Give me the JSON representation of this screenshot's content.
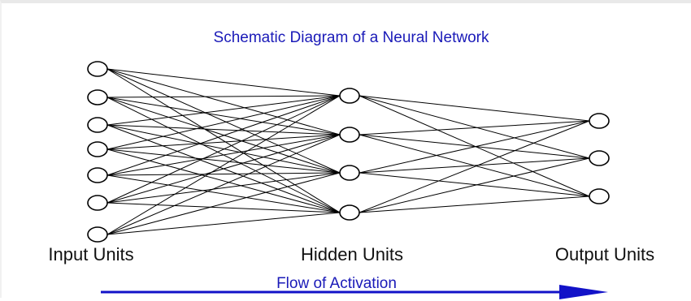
{
  "diagram": {
    "title": "Schematic Diagram of a Neural Network",
    "layers": [
      {
        "label": "Input Units",
        "node_count": 7
      },
      {
        "label": "Hidden Units",
        "node_count": 4
      },
      {
        "label": "Output Units",
        "node_count": 3
      }
    ],
    "flow_label": "Flow of Activation",
    "colors": {
      "title": "#1a1ab8",
      "flow_label": "#1a1ab8",
      "arrow": "#1212c8",
      "node_stroke": "#000000",
      "edge": "#000000",
      "label": "#111111"
    },
    "icons": {
      "flow_arrow": "right-arrow-icon"
    }
  }
}
